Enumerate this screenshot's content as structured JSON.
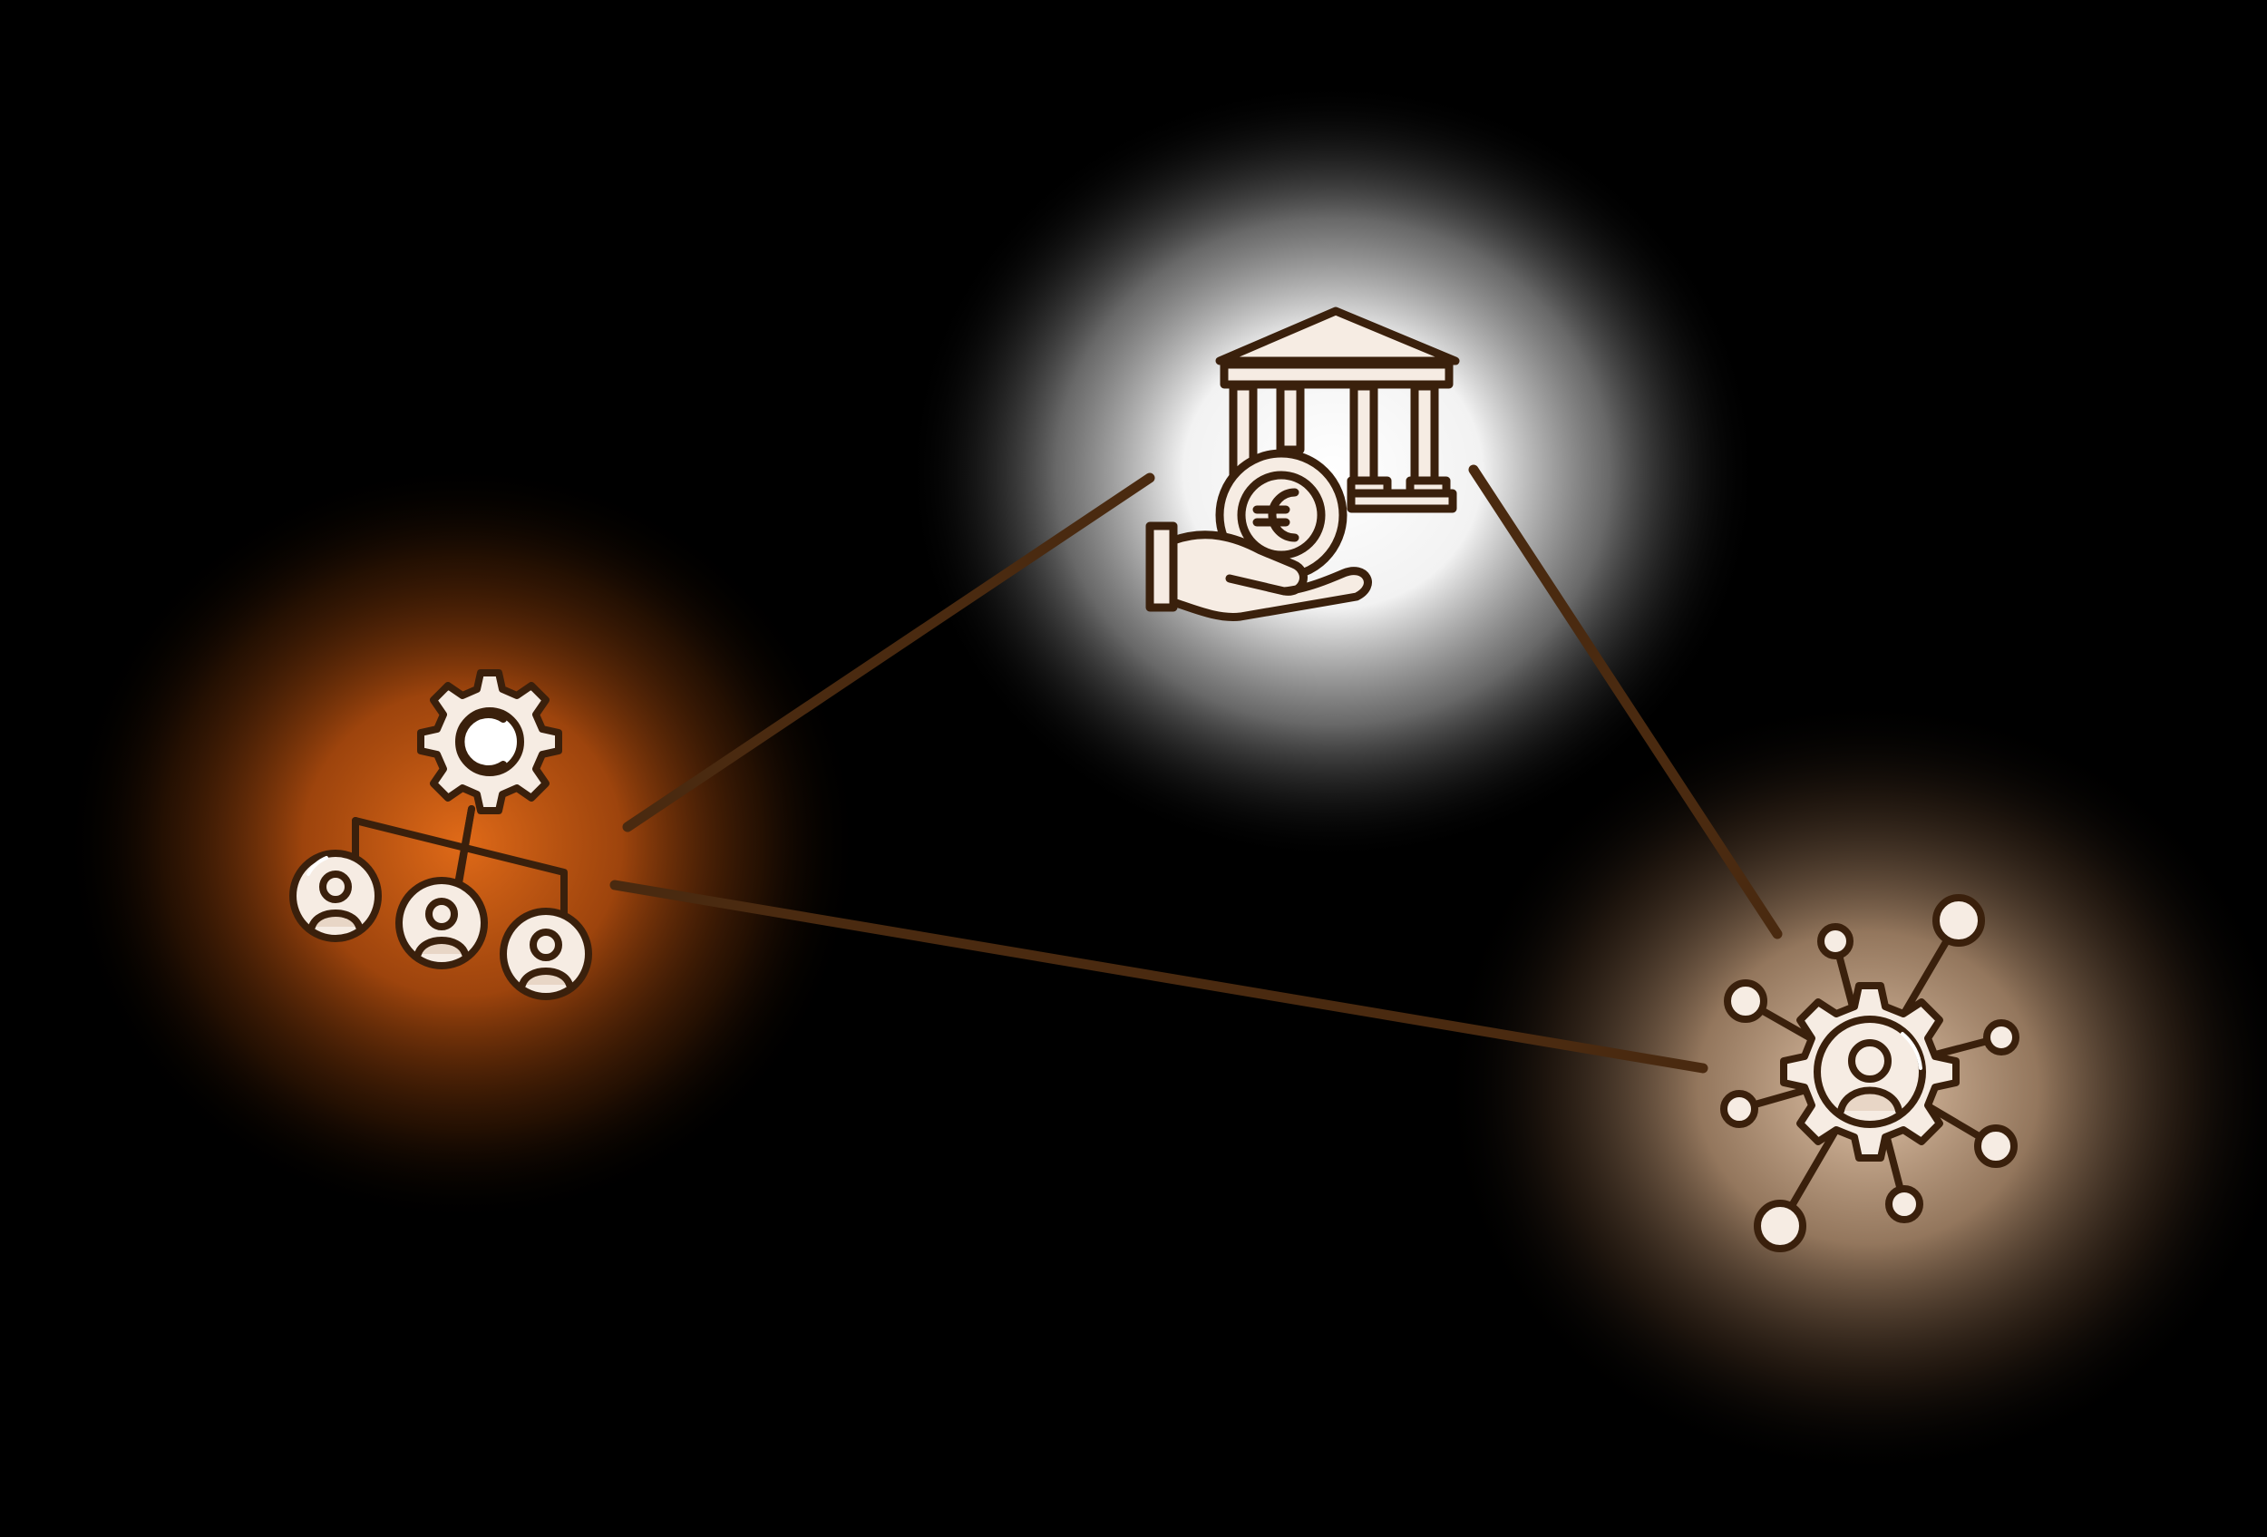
{
  "palette": {
    "background": "#000000",
    "stroke": "#3a200c",
    "icon_fill": "#f6ece3",
    "connector": "#4a2a10",
    "glow_bank": "#ffffff",
    "glow_org": "#d9661a",
    "glow_network": "#c7a587"
  },
  "nodes": [
    {
      "id": "bank",
      "icon": "bank-with-euro-coin-in-hand-icon"
    },
    {
      "id": "organization",
      "icon": "gear-org-chart-icon"
    },
    {
      "id": "network",
      "icon": "gear-user-network-icon"
    }
  ],
  "connections": [
    {
      "from": "organization",
      "to": "bank"
    },
    {
      "from": "bank",
      "to": "network"
    },
    {
      "from": "organization",
      "to": "network"
    }
  ]
}
